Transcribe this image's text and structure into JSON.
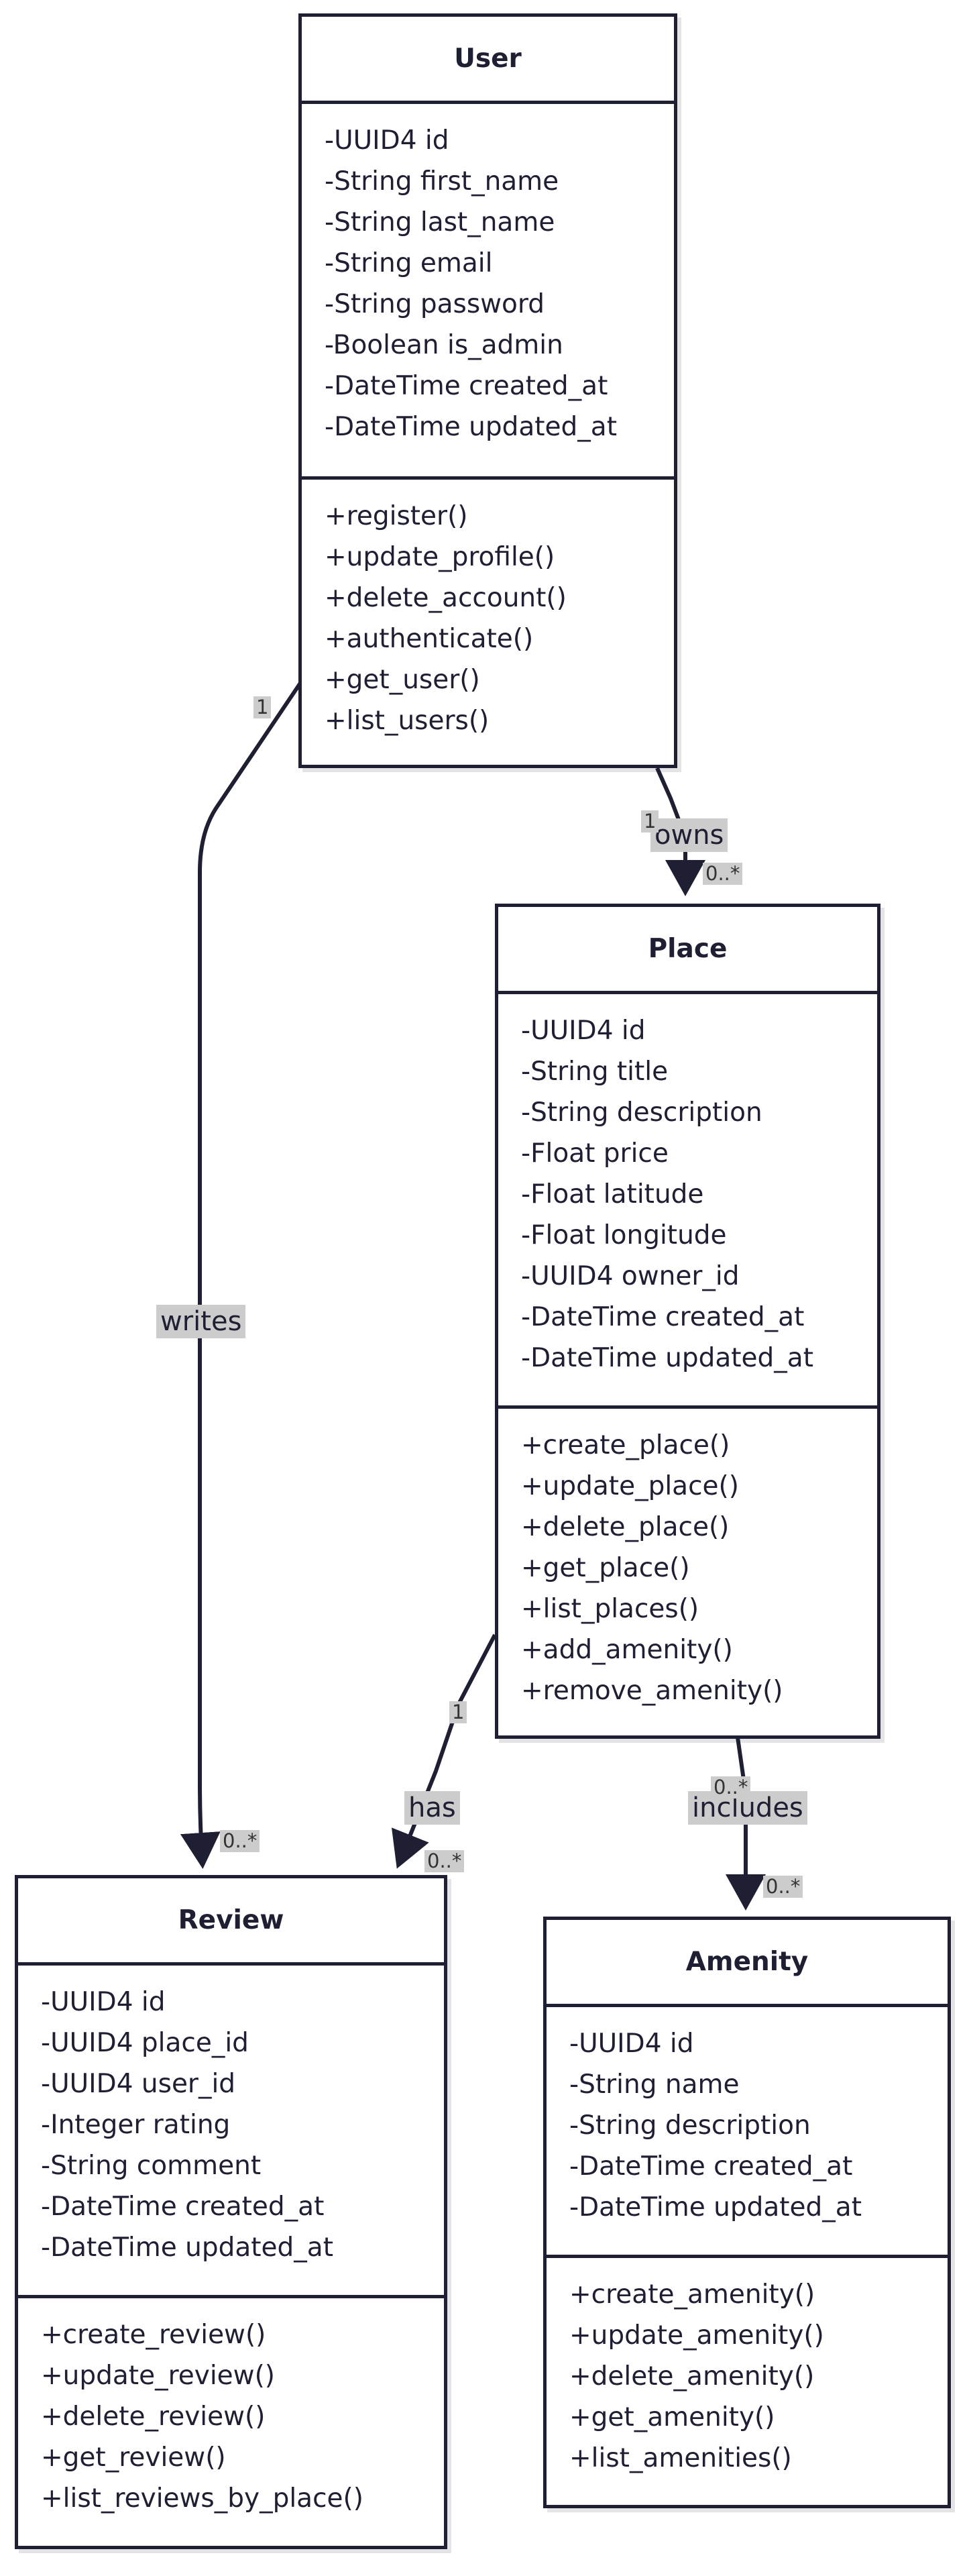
{
  "classes": {
    "user": {
      "name": "User",
      "attributes": [
        "-UUID4 id",
        "-String first_name",
        "-String last_name",
        "-String email",
        "-String password",
        "-Boolean is_admin",
        "-DateTime created_at",
        "-DateTime updated_at"
      ],
      "methods": [
        "+register()",
        "+update_profile()",
        "+delete_account()",
        "+authenticate()",
        "+get_user()",
        "+list_users()"
      ]
    },
    "place": {
      "name": "Place",
      "attributes": [
        "-UUID4 id",
        "-String title",
        "-String description",
        "-Float price",
        "-Float latitude",
        "-Float longitude",
        "-UUID4 owner_id",
        "-DateTime created_at",
        "-DateTime updated_at"
      ],
      "methods": [
        "+create_place()",
        "+update_place()",
        "+delete_place()",
        "+get_place()",
        "+list_places()",
        "+add_amenity()",
        "+remove_amenity()"
      ]
    },
    "review": {
      "name": "Review",
      "attributes": [
        "-UUID4 id",
        "-UUID4 place_id",
        "-UUID4 user_id",
        "-Integer rating",
        "-String comment",
        "-DateTime created_at",
        "-DateTime updated_at"
      ],
      "methods": [
        "+create_review()",
        "+update_review()",
        "+delete_review()",
        "+get_review()",
        "+list_reviews_by_place()"
      ]
    },
    "amenity": {
      "name": "Amenity",
      "attributes": [
        "-UUID4 id",
        "-String name",
        "-String description",
        "-DateTime created_at",
        "-DateTime updated_at"
      ],
      "methods": [
        "+create_amenity()",
        "+update_amenity()",
        "+delete_amenity()",
        "+get_amenity()",
        "+list_amenities()"
      ]
    }
  },
  "relationships": {
    "owns": {
      "label": "owns",
      "from_mult": "1",
      "to_mult": "0..*"
    },
    "writes": {
      "label": "writes",
      "from_mult": "1",
      "to_mult": "0..*"
    },
    "has": {
      "label": "has",
      "from_mult": "1",
      "to_mult": "0..*"
    },
    "includes": {
      "label": "includes",
      "from_mult": "0..*",
      "to_mult": "0..*"
    }
  },
  "colors": {
    "stroke": "#1f1f33",
    "label_bg": "#cccccc"
  }
}
